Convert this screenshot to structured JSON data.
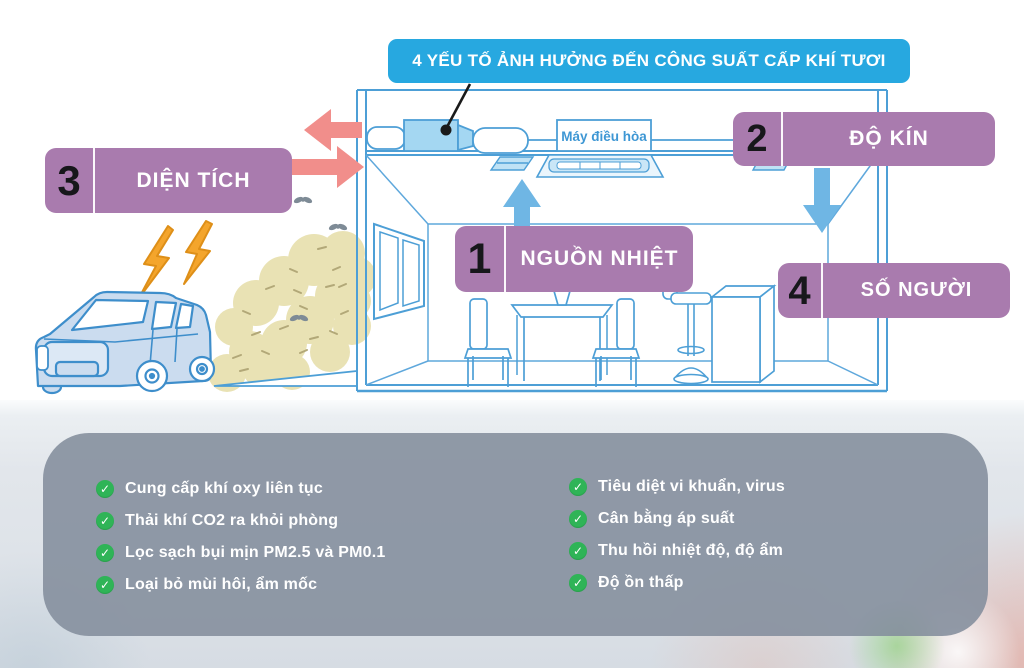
{
  "title": "4 YẾU TỐ ẢNH HƯỞNG ĐẾN CÔNG SUẤT CẤP KHÍ TƯƠI",
  "ac_label": "Máy điều hòa",
  "factors": [
    {
      "number": "1",
      "label": "NGUỒN NHIỆT"
    },
    {
      "number": "2",
      "label": "ĐỘ KÍN"
    },
    {
      "number": "3",
      "label": "DIỆN TÍCH"
    },
    {
      "number": "4",
      "label": "SỐ NGƯỜI"
    }
  ],
  "benefits": {
    "check_glyph": "✓",
    "left": [
      "Cung cấp khí oxy liên tục",
      "Thải khí CO2 ra khỏi phòng",
      "Lọc sạch bụi mịn PM2.5 và PM0.1",
      "Loại bỏ mùi hôi, ẩm mốc"
    ],
    "right": [
      "Tiêu diệt vi khuẩn, virus",
      "Cân bằng áp suất",
      "Thu hồi nhiệt độ, độ ẩm",
      "Độ ồn thấp"
    ]
  },
  "icons": {
    "check": "check-icon",
    "fresh_air_unit": "fresh-air-unit-icon",
    "ac_cassette": "air-conditioner-cassette-icon",
    "car": "car-icon",
    "exhaust_smoke": "exhaust-smoke-icon",
    "lightning": "lightning-icon",
    "fly": "fly-icon",
    "up_arrow": "up-arrow-icon",
    "down_arrow": "down-arrow-icon",
    "leak_arrows": "air-leak-arrows-icon"
  },
  "colors": {
    "title_bg": "#27A8E0",
    "factor_bg": "#A97BAE",
    "pink_arrow": "#F18E8B",
    "blue_arrow": "#6FB6E4",
    "line_blue": "#4D9FD6",
    "check_green": "#2FB457",
    "panel_gray": "#838D9C",
    "smoke": "#E9E2B4",
    "lightning": "#F4A52C"
  }
}
